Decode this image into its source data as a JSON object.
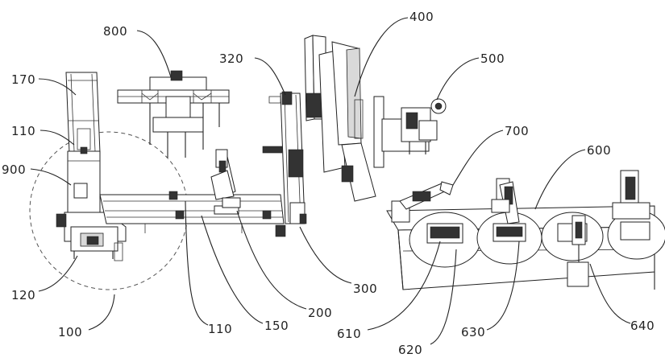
{
  "labels": {
    "l170": "170",
    "l800": "800",
    "l320": "320",
    "l400": "400",
    "l500": "500",
    "l110a": "110",
    "l900": "900",
    "l700": "700",
    "l600": "600",
    "l120": "120",
    "l300": "300",
    "l100": "100",
    "l110b": "110",
    "l150": "150",
    "l200": "200",
    "l610": "610",
    "l620": "620",
    "l630": "630",
    "l640": "640"
  }
}
